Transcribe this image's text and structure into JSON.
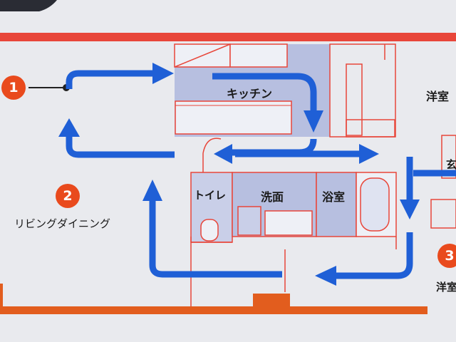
{
  "rooms": {
    "kitchen": "キッチン",
    "toilet": "トイレ",
    "washroom": "洗面",
    "bathroom": "浴室",
    "western_room_top": "洋室",
    "western_room_bottom": "洋室",
    "living_dining": "リビングダイニング",
    "partial_label": "玄"
  },
  "markers": {
    "m1": "1",
    "m2": "2",
    "m3": "3"
  },
  "colors": {
    "wall_red": "#e8463a",
    "floor_orange": "#e25d1e",
    "arrow_blue": "#1f5fd6",
    "room_fill": "#b7bfe0",
    "marker_orange": "#e94a1d"
  }
}
